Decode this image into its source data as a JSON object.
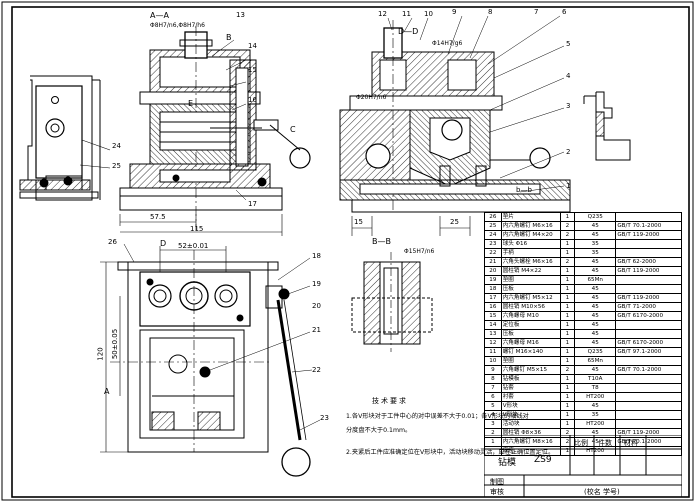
{
  "views": {
    "section_a_label": "A—A",
    "section_b_label": "B—B",
    "section_d_label": "D—D",
    "fit_top": "Φ8H7/n6,Φ8H7/h6",
    "fit_d": "Φ20H7/n6",
    "fit_b": "Φ15H7/n6",
    "fit_h7g6": "Φ14H7/g6",
    "dim_575": "57.5",
    "dim_115": "115",
    "dim_15": "15",
    "dim_25": "25",
    "dim_52": "52±0.01",
    "dim_120": "120",
    "dim_50": "50±0.05",
    "letter_a": "A",
    "letter_b": "B",
    "letter_c": "C",
    "letter_d": "D",
    "letter_e": "E",
    "letter_bb": "b—b",
    "balloons": [
      "1",
      "2",
      "3",
      "4",
      "5",
      "6",
      "7",
      "8",
      "9",
      "10",
      "11",
      "12",
      "13",
      "14",
      "15",
      "16",
      "17",
      "18",
      "19",
      "20",
      "21",
      "22",
      "23",
      "24",
      "25",
      "26"
    ]
  },
  "notes": {
    "title": "技术要求",
    "line1": "1.各V形块对于工件中心的对中误差不大于0.01；各V形块的轴线对",
    "line1b": "  分度盘不大于0.1mm。",
    "line2": "2.夹紧后工件应准确定位在V形块中，活动块移动灵活，应在正确位置定位。"
  },
  "bom": {
    "rows": [
      [
        "26",
        "垫片",
        "1",
        "Q235",
        ""
      ],
      [
        "25",
        "内六角螺钉 M6×16",
        "2",
        "45",
        "GB/T 70.1-2000"
      ],
      [
        "24",
        "内六角螺钉 M4×20",
        "2",
        "45",
        "GB/T 119-2000"
      ],
      [
        "23",
        "球头 Φ16",
        "1",
        "35",
        ""
      ],
      [
        "22",
        "手柄",
        "1",
        "35",
        ""
      ],
      [
        "21",
        "六角头螺栓 M6×16",
        "2",
        "45",
        "GB/T 62-2000"
      ],
      [
        "20",
        "圆柱销 M4×22",
        "1",
        "45",
        "GB/T 119-2000"
      ],
      [
        "19",
        "垫圈",
        "1",
        "65Mn",
        ""
      ],
      [
        "18",
        "压板",
        "1",
        "45",
        ""
      ],
      [
        "17",
        "内六角螺钉 M5×12",
        "1",
        "45",
        "GB/T 119-2000"
      ],
      [
        "16",
        "圆柱销 M10×56",
        "1",
        "45",
        "GB/T 71-2000"
      ],
      [
        "15",
        "六角螺母 M10",
        "1",
        "45",
        "GB/T 6170-2000"
      ],
      [
        "14",
        "定位板",
        "1",
        "45",
        ""
      ],
      [
        "13",
        "压板",
        "1",
        "45",
        ""
      ],
      [
        "12",
        "六角螺母 M16",
        "1",
        "45",
        "GB/T 6170-2000"
      ],
      [
        "11",
        "螺钉 M16×140",
        "1",
        "Q235",
        "GB/T 97.1-2000"
      ],
      [
        "10",
        "垫圈",
        "1",
        "65Mn",
        ""
      ],
      [
        "9",
        "六角螺钉 M5×15",
        "2",
        "45",
        "GB/T 70.1-2000"
      ],
      [
        "8",
        "钻模板",
        "1",
        "T10A",
        ""
      ],
      [
        "7",
        "钻套",
        "1",
        "T8",
        ""
      ],
      [
        "6",
        "衬套",
        "1",
        "HT200",
        ""
      ],
      [
        "5",
        "V形块",
        "1",
        "45",
        ""
      ],
      [
        "4",
        "V形块",
        "1",
        "35",
        ""
      ],
      [
        "3",
        "活动块",
        "1",
        "HT200",
        ""
      ],
      [
        "2",
        "圆柱销 Φ8×36",
        "2",
        "45",
        "GB/T 119-2000"
      ],
      [
        "1",
        "内六角螺钉 M8×16",
        "2",
        "45",
        "GB/T 70.1-2000"
      ],
      [
        "",
        "底座",
        "1",
        "HT200",
        ""
      ]
    ]
  },
  "title_block": {
    "name": "钻模",
    "drawing_no": "ZS9",
    "scale_label": "比例",
    "qty_label": "件数",
    "material_label": "材料",
    "drawn_label": "制图",
    "check_label": "审核",
    "org": "(校名 学号)"
  }
}
